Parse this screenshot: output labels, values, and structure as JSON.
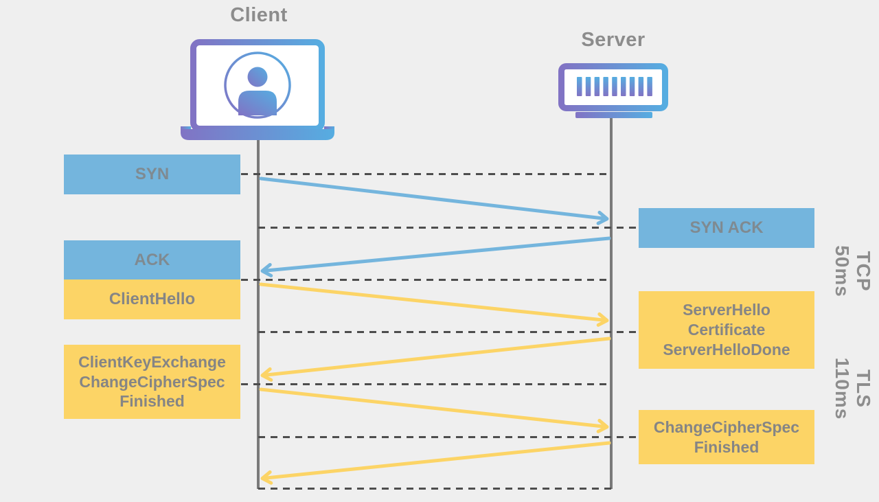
{
  "client": {
    "label": "Client"
  },
  "server": {
    "label": "Server"
  },
  "boxes": {
    "syn": {
      "lines": [
        "SYN"
      ],
      "protocol": "TCP",
      "side": "client"
    },
    "syn_ack": {
      "lines": [
        "SYN ACK"
      ],
      "protocol": "TCP",
      "side": "server"
    },
    "ack": {
      "lines": [
        "ACK"
      ],
      "protocol": "TCP",
      "side": "client"
    },
    "client_hello": {
      "lines": [
        "ClientHello"
      ],
      "protocol": "TLS",
      "side": "client"
    },
    "server_hello": {
      "lines": [
        "ServerHello",
        "Certificate",
        "ServerHelloDone"
      ],
      "protocol": "TLS",
      "side": "server"
    },
    "cke": {
      "lines": [
        "ClientKeyExchange",
        "ChangeCipherSpec",
        "Finished"
      ],
      "protocol": "TLS",
      "side": "client"
    },
    "ccs": {
      "lines": [
        "ChangeCipherSpec",
        "Finished"
      ],
      "protocol": "TLS",
      "side": "server"
    }
  },
  "phases": {
    "tcp": {
      "label": "TCP",
      "duration": "50ms"
    },
    "tls": {
      "label": "TLS",
      "duration": "110ms"
    }
  },
  "sequence": [
    {
      "message": "SYN",
      "from": "client",
      "to": "server",
      "protocol": "TCP"
    },
    {
      "message": "SYN ACK",
      "from": "server",
      "to": "client",
      "protocol": "TCP"
    },
    {
      "message": "ACK + ClientHello",
      "from": "client",
      "to": "server",
      "protocol": "TCP/TLS"
    },
    {
      "message": "ServerHello, Certificate, ServerHelloDone",
      "from": "server",
      "to": "client",
      "protocol": "TLS"
    },
    {
      "message": "ClientKeyExchange, ChangeCipherSpec, Finished",
      "from": "client",
      "to": "server",
      "protocol": "TLS"
    },
    {
      "message": "ChangeCipherSpec, Finished",
      "from": "server",
      "to": "client",
      "protocol": "TLS"
    }
  ],
  "colors": {
    "background": "#efefef",
    "tcp_blue": "#74b5dd",
    "tls_yellow": "#fcd466",
    "text_gray": "#8c8c8c",
    "lifeline_gray": "#7a7a7a",
    "dash_gray": "#4d4d4d",
    "icon_purple": "#8173c4",
    "icon_blue": "#56ade1"
  }
}
